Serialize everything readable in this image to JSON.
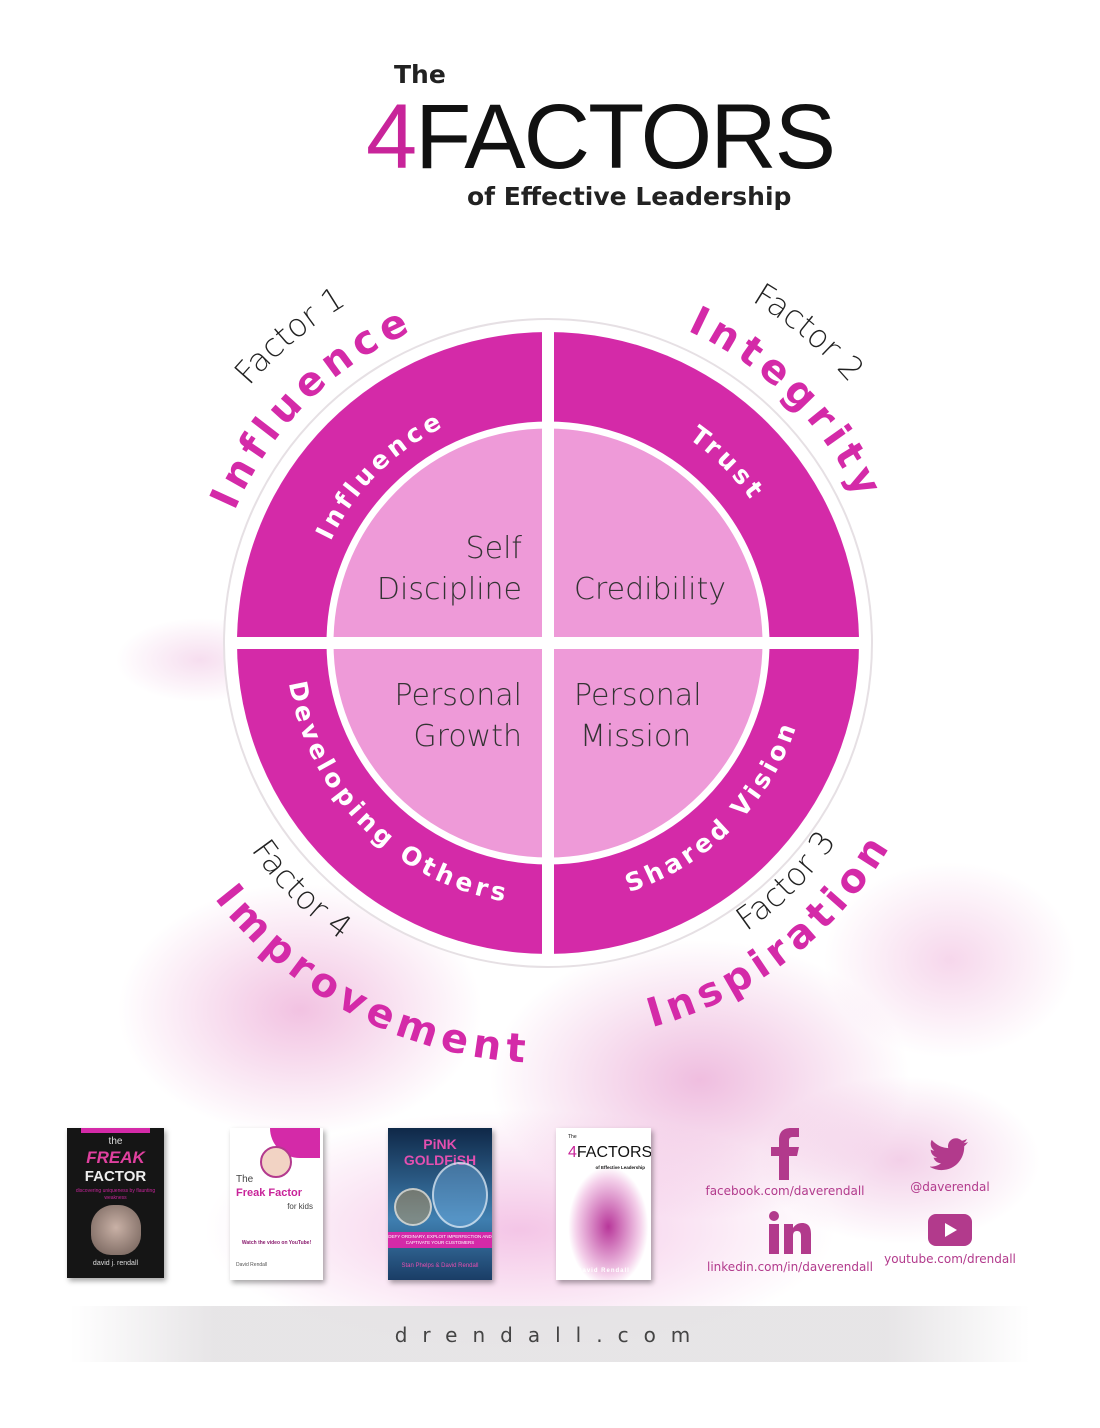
{
  "title": {
    "pre": "The",
    "number": "4",
    "main": "FACTORS",
    "sub": "of Effective Leadership"
  },
  "colors": {
    "outer_ring": "#d42aa8",
    "inner_circle": "#ee9ad8",
    "accent": "#c8249a",
    "social": "#b23a8c"
  },
  "factors": [
    {
      "factor_label": "Factor 1",
      "name": "Influence",
      "ring_label": "Influence",
      "core_label": [
        "Self",
        "Discipline"
      ]
    },
    {
      "factor_label": "Factor 2",
      "name": "Integrity",
      "ring_label": "Trust",
      "core_label": [
        "Credibility"
      ]
    },
    {
      "factor_label": "Factor 3",
      "name": "Inspiration",
      "ring_label": "Shared Vision",
      "core_label": [
        "Personal",
        "Mission"
      ]
    },
    {
      "factor_label": "Factor 4",
      "name": "Improvement",
      "ring_label": "Developing Others",
      "core_label": [
        "Personal",
        "Growth"
      ]
    }
  ],
  "books": [
    {
      "title_top": "the",
      "title_accent": "FREAK",
      "title_bottom": "FACTOR",
      "subtitle": "discovering uniqueness by flaunting weakness",
      "author": "david j. rendall"
    },
    {
      "title_top": "The",
      "title_accent": "Freak Factor",
      "title_bottom": "for kids",
      "subtitle": "Watch the video on YouTube!",
      "author": "David Rendall"
    },
    {
      "title_accent": "PiNK GOLDFiSH",
      "subtitle": "DEFY ORDINARY, EXPLOIT IMPERFECTION AND CAPTIVATE YOUR CUSTOMERS",
      "author": "Stan Phelps & David Rendall"
    },
    {
      "title_top": "The",
      "title_accent": "4",
      "title_bottom": "FACTORS",
      "subtitle": "of Effective Leadership",
      "author": "David Rendall"
    }
  ],
  "social": [
    {
      "icon": "facebook-icon",
      "label": "facebook.com/daverendall"
    },
    {
      "icon": "twitter-icon",
      "label": "@daverendal"
    },
    {
      "icon": "linkedin-icon",
      "label": "linkedin.com/in/daverendall"
    },
    {
      "icon": "youtube-icon",
      "label": "youtube.com/drendall"
    }
  ],
  "footer": {
    "website": "drendall.com"
  }
}
